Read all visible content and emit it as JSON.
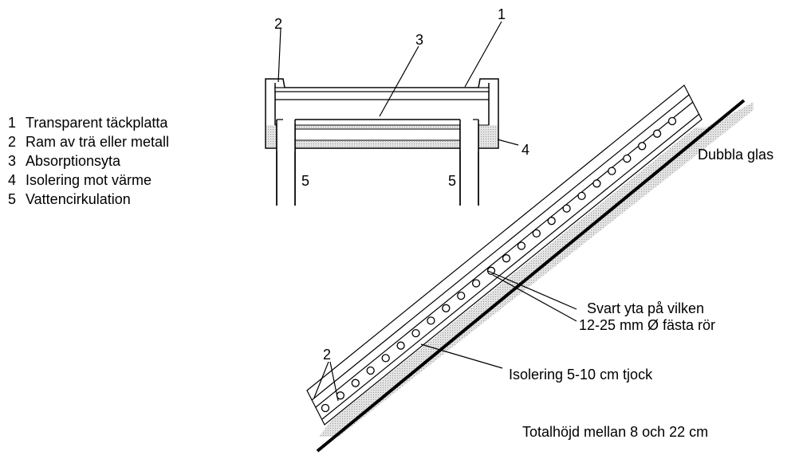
{
  "legend": [
    {
      "num": "1",
      "text": "Transparent täckplatta"
    },
    {
      "num": "2",
      "text": "Ram av trä eller metall"
    },
    {
      "num": "3",
      "text": "Absorptionsyta"
    },
    {
      "num": "4",
      "text": "Isolering mot värme"
    },
    {
      "num": "5",
      "text": "Vattencirkulation"
    }
  ],
  "cross_section": {
    "callout_1": "1",
    "callout_2": "2",
    "callout_3": "3",
    "callout_4": "4",
    "pipe_label_left": "5",
    "pipe_label_right": "5"
  },
  "roof_panel": {
    "frame_label": "2",
    "glass_label": "Dubbla glas",
    "surface_label_line1": "Svart yta på vilken",
    "surface_label_line2": "12-25 mm Ø fästa rör",
    "insulation_label": "Isolering 5-10 cm tjock",
    "height_label": "Totalhöjd mellan 8 och 22 cm"
  }
}
